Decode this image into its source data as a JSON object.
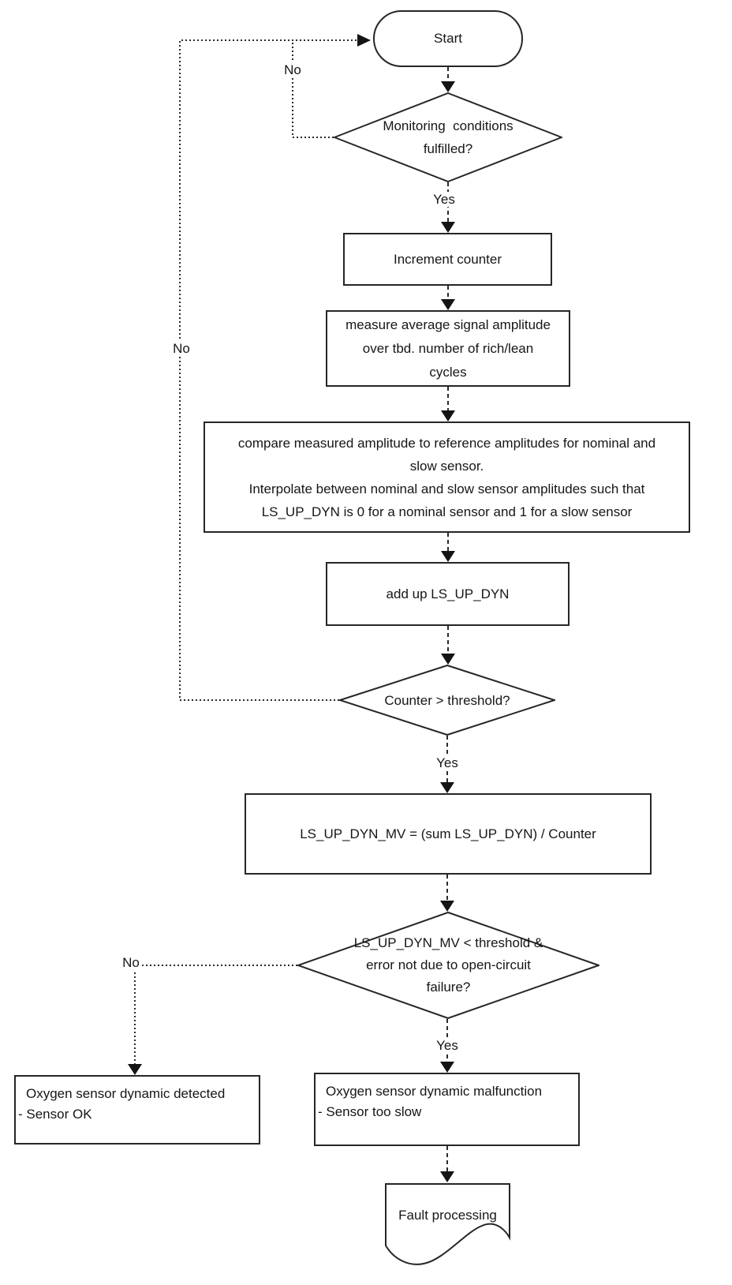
{
  "diagram": {
    "colors": {
      "ink": "#1a1a1a",
      "background": "#ffffff"
    },
    "nodes": {
      "start": {
        "label": "Start"
      },
      "monitoring_decision": {
        "lines": [
          "Monitoring  conditions",
          "fulfilled?"
        ]
      },
      "increment_counter": {
        "label": "Increment counter"
      },
      "measure_amplitude": {
        "lines": [
          "measure average signal amplitude",
          "over tbd. number of rich/lean",
          "cycles"
        ]
      },
      "compare_interpolate": {
        "lines": [
          "compare measured amplitude to reference amplitudes for nominal and",
          "slow sensor.",
          "Interpolate between nominal and slow sensor amplitudes such that",
          "LS_UP_DYN is 0 for a nominal sensor and 1 for a slow sensor"
        ]
      },
      "add_up": {
        "label": "add up LS_UP_DYN"
      },
      "counter_decision": {
        "label": "Counter > threshold?"
      },
      "mean_value": {
        "label": "LS_UP_DYN_MV = (sum LS_UP_DYN) / Counter"
      },
      "mv_decision": {
        "lines": [
          "LS_UP_DYN_MV < threshold &",
          "error not due to open-circuit",
          "failure?"
        ]
      },
      "sensor_ok": {
        "lines": [
          "Oxygen sensor dynamic detected",
          "- Sensor OK"
        ]
      },
      "sensor_slow": {
        "lines": [
          "Oxygen sensor dynamic malfunction",
          "- Sensor too slow"
        ]
      },
      "fault_processing": {
        "label": "Fault processing"
      }
    },
    "edge_labels": {
      "yes_1": "Yes",
      "yes_2": "Yes",
      "yes_3": "Yes",
      "no_1": "No",
      "no_2": "No",
      "no_3": "No"
    }
  }
}
